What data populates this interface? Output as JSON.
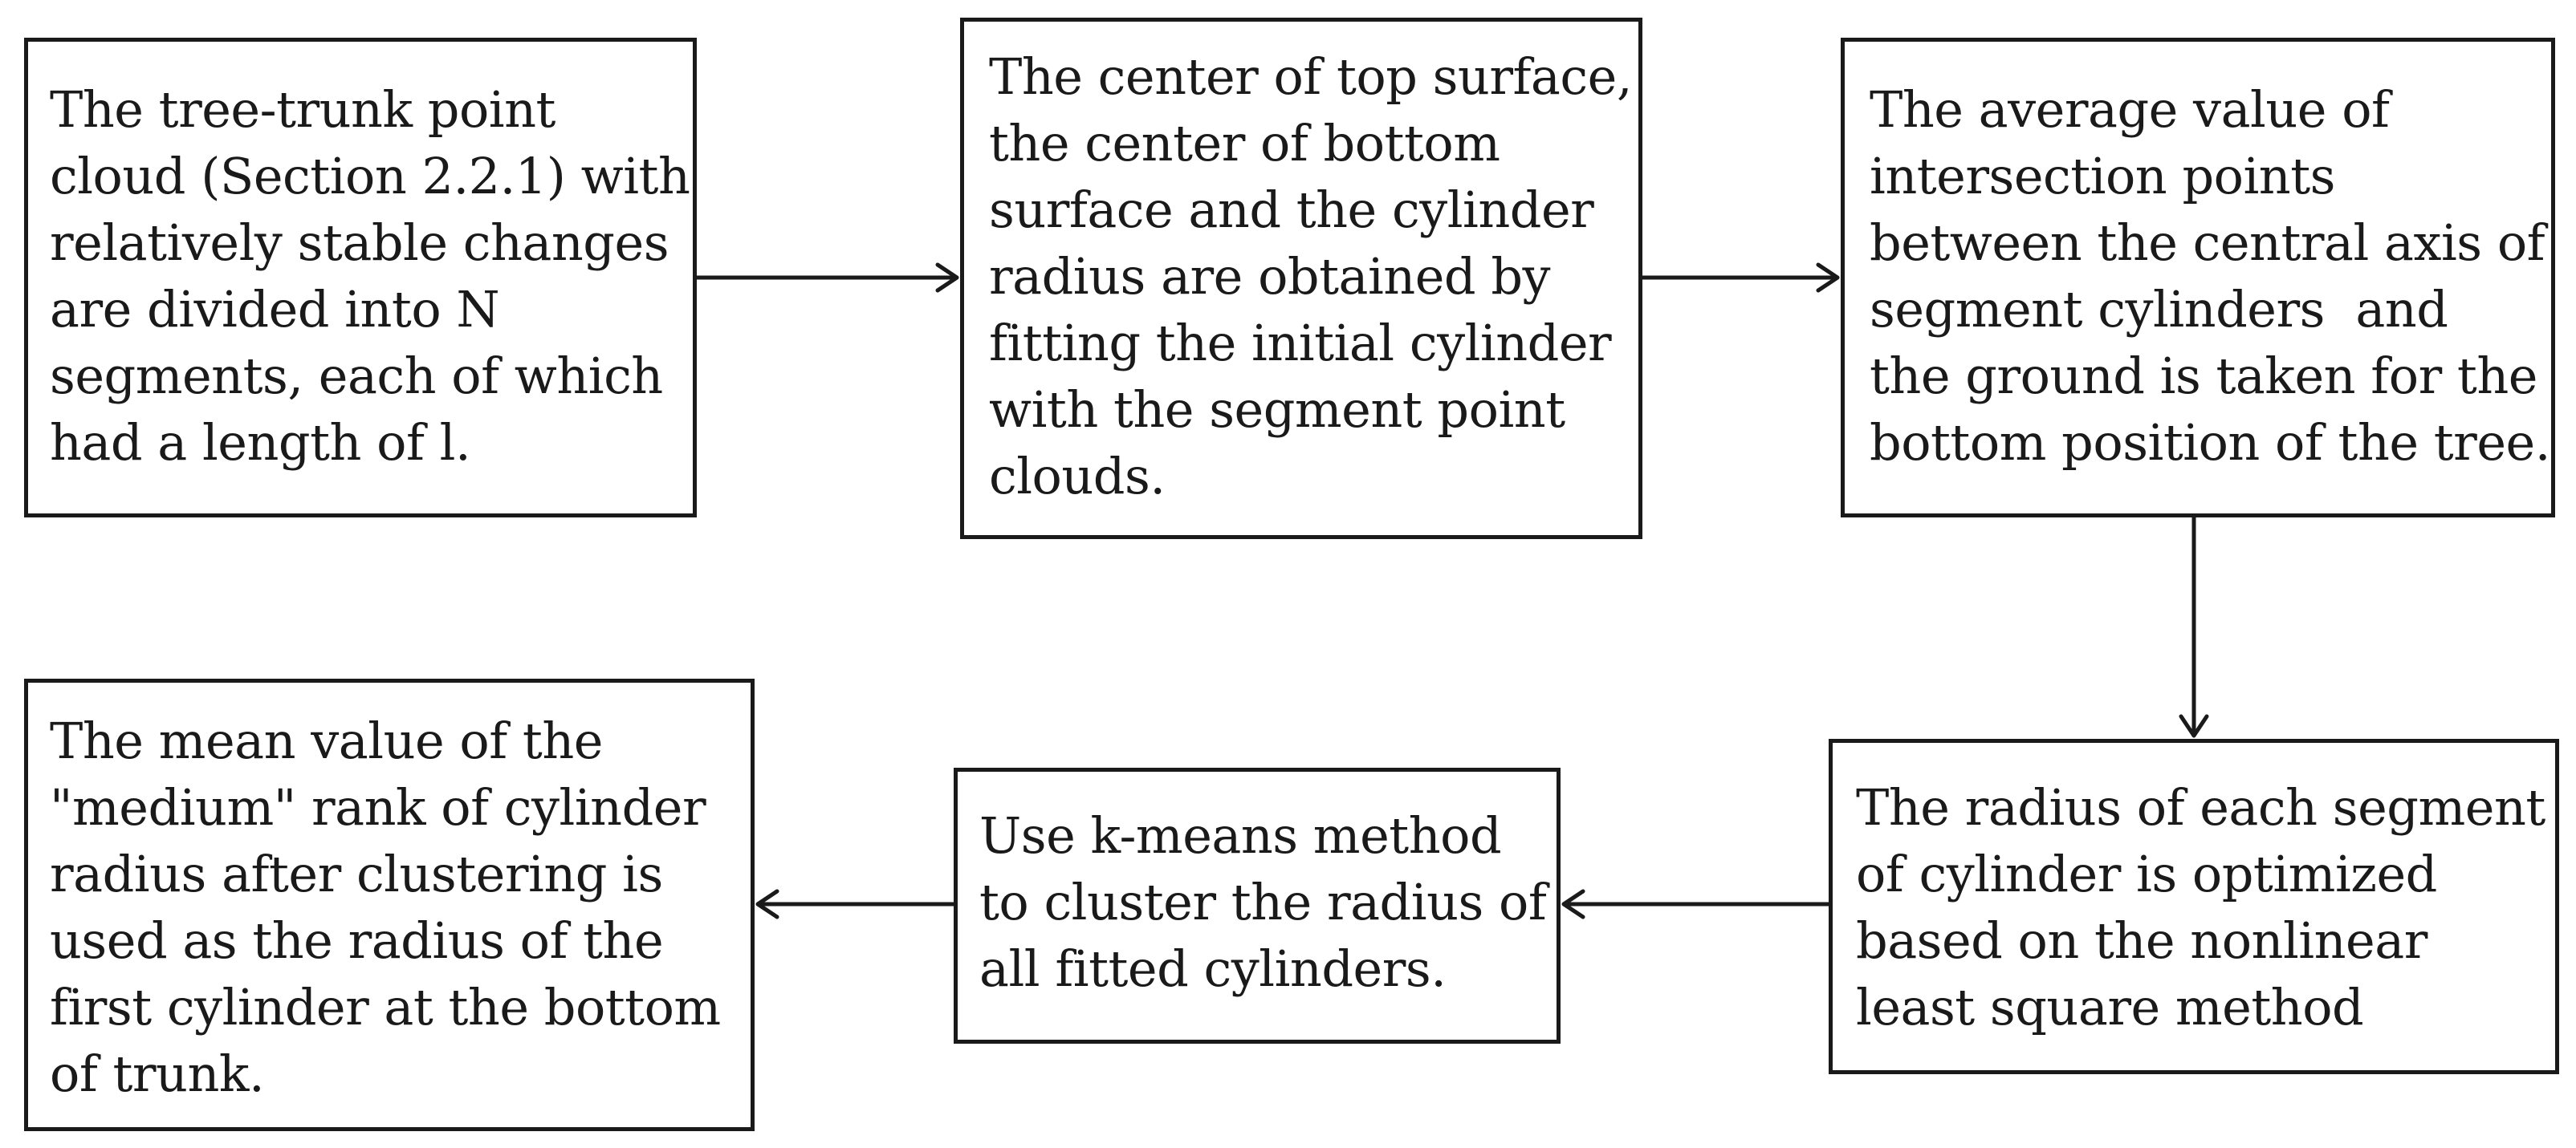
{
  "flowchart": {
    "steps": [
      {
        "id": "step1",
        "text": "The tree-trunk point\ncloud (Section 2.2.1) with\nrelatively stable changes\nare divided into N\nsegments, each of which\nhad a length of l."
      },
      {
        "id": "step2",
        "text": "The center of top surface,\nthe center of bottom\nsurface and the cylinder\nradius are obtained by\nfitting the initial cylinder\nwith the segment point\nclouds."
      },
      {
        "id": "step3",
        "text": "The average value of\nintersection points\nbetween the central axis of\nsegment cylinders  and\nthe ground is taken for the\nbottom position of the tree."
      },
      {
        "id": "step4",
        "text": "The radius of each segment\nof cylinder is optimized\nbased on the nonlinear\nleast square method"
      },
      {
        "id": "step5",
        "text": "Use k-means method\nto cluster the radius of\nall fitted cylinders."
      },
      {
        "id": "step6",
        "text": "The mean value of the\n\"medium\" rank of cylinder\nradius after clustering is\nused as the radius of the\nfirst cylinder at the bottom\nof trunk."
      }
    ],
    "connections": [
      {
        "from": "step1",
        "to": "step2"
      },
      {
        "from": "step2",
        "to": "step3"
      },
      {
        "from": "step3",
        "to": "step4"
      },
      {
        "from": "step4",
        "to": "step5"
      },
      {
        "from": "step5",
        "to": "step6"
      }
    ]
  }
}
